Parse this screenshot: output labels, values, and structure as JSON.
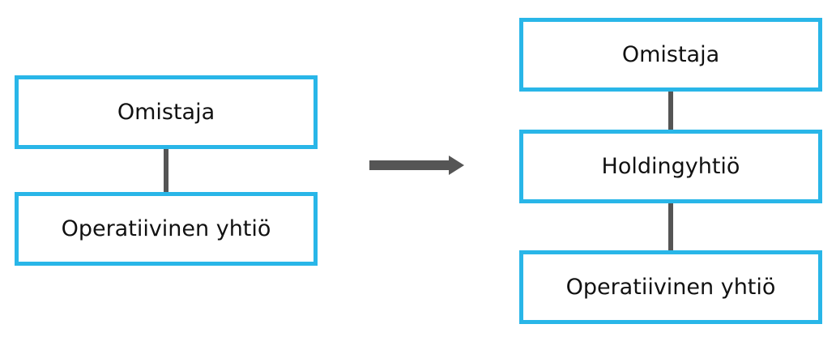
{
  "diagram": {
    "before": {
      "owner_label": "Omistaja",
      "operating_company_label": "Operatiivinen yhtiö"
    },
    "after": {
      "owner_label": "Omistaja",
      "holding_company_label": "Holdingyhtiö",
      "operating_company_label": "Operatiivinen yhtiö"
    },
    "colors": {
      "box_border": "#29b6e8",
      "connector": "#555555",
      "arrow": "#555555"
    },
    "icons": {
      "transition_arrow": "arrow-right-icon"
    }
  }
}
